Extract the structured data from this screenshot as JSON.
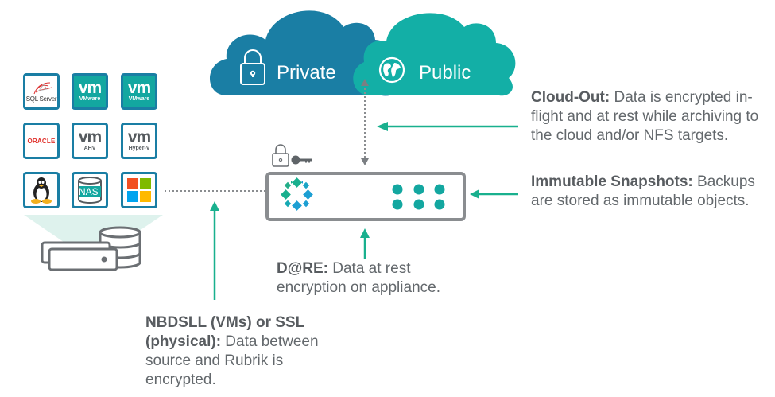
{
  "clouds": {
    "private": {
      "label": "Private",
      "icon": "lock-icon",
      "color": "#1a7ea4"
    },
    "public": {
      "label": "Public",
      "icon": "globe-icon",
      "color": "#13afa6"
    }
  },
  "sources": {
    "tiles": [
      {
        "name": "sql-server",
        "logo": "SQL Server",
        "sub": ""
      },
      {
        "name": "vmware-1",
        "logo": "vm",
        "sub": "VMware"
      },
      {
        "name": "vmware-2",
        "logo": "vm",
        "sub": "VMware"
      },
      {
        "name": "oracle",
        "logo": "ORACLE",
        "sub": ""
      },
      {
        "name": "ahv",
        "logo": "vm",
        "sub": "AHV"
      },
      {
        "name": "hyper-v",
        "logo": "vm",
        "sub": "Hyper-V"
      },
      {
        "name": "linux",
        "logo": "linux-penguin",
        "sub": ""
      },
      {
        "name": "nas",
        "logo": "NAS",
        "sub": ""
      },
      {
        "name": "windows",
        "logo": "windows-logo",
        "sub": ""
      }
    ]
  },
  "annotations": {
    "cloud_out": {
      "bold": "Cloud-Out:",
      "line1": " Data is encrypted in-",
      "line2": "flight and at rest while archiving to",
      "line3": "the cloud and/or NFS targets."
    },
    "immutable": {
      "bold": "Immutable Snapshots:",
      "line1": " Backups",
      "line2": "are stored as immutable objects."
    },
    "dare": {
      "bold": "D@RE:",
      "line1": " Data at rest",
      "line2": "encryption on appliance."
    },
    "nbdsll": {
      "bold1": "NBDSLL (VMs) or SSL",
      "bold2": "(physical):",
      "line2": " Data between",
      "line3": "source and Rubrik is",
      "line4": "encrypted."
    }
  },
  "colors": {
    "accent_green": "#19b08e",
    "teal": "#13a7a0",
    "blue": "#1a7ea4",
    "grey_line": "#7b7f83"
  }
}
